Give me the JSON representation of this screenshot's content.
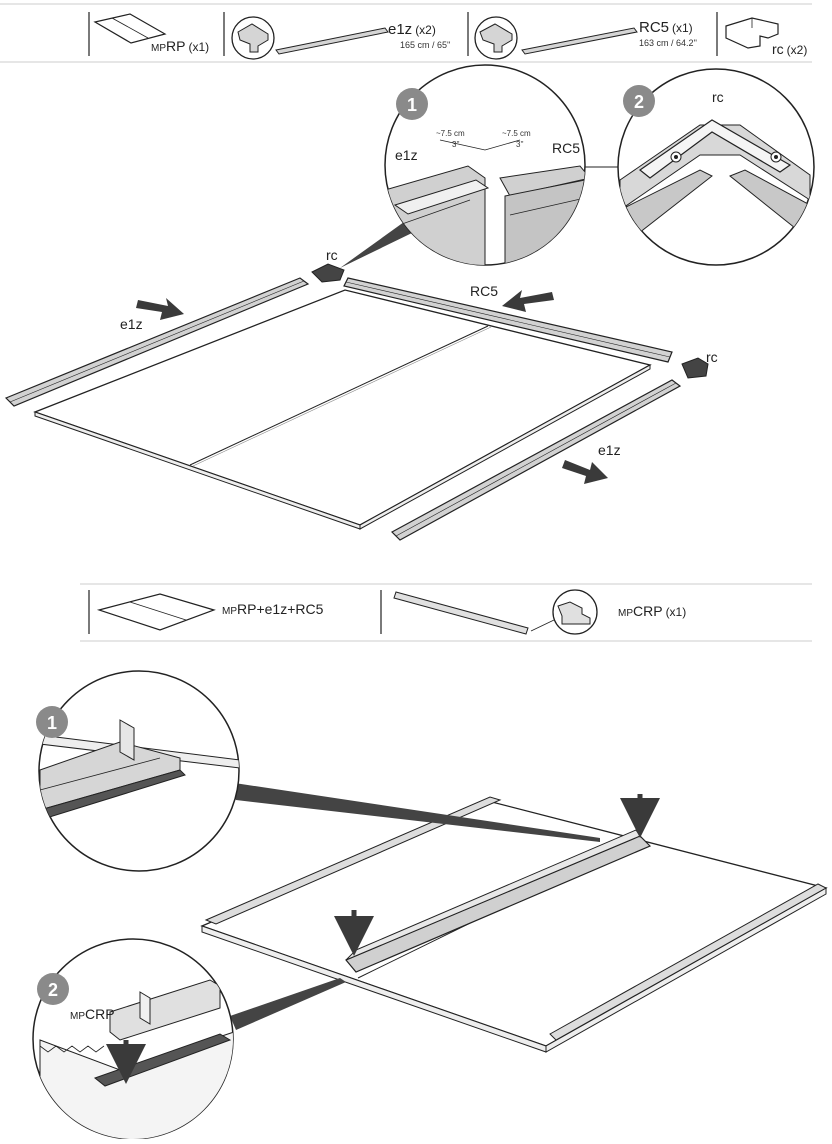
{
  "header_1": {
    "item_mprp": {
      "prefix": "MP",
      "code": "RP",
      "qty": "(x1)"
    },
    "item_e1z": {
      "code": "e1z",
      "qty": "(x2)",
      "size": "165 cm / 65''"
    },
    "item_rc5": {
      "code": "RC5",
      "qty": "(x1)",
      "size": "163 cm / 64.2''"
    },
    "item_rc": {
      "code": "rc",
      "qty": "(x2)"
    }
  },
  "step_1": {
    "detail_1": {
      "number": "1",
      "label_e1z": "e1z",
      "label_rc5": "RC5",
      "dim_left": "~7.5 cm",
      "dim_left_in": "3''",
      "dim_right": "~7.5 cm",
      "dim_right_in": "3''"
    },
    "detail_2": {
      "number": "2",
      "label_rc": "rc"
    },
    "labels": {
      "rc_top": "rc",
      "rc_right": "rc",
      "rc5": "RC5",
      "e1z_left": "e1z",
      "e1z_right": "e1z"
    }
  },
  "header_2": {
    "item_assembly": {
      "prefix": "MP",
      "code": "RP+e1z+RC5"
    },
    "item_mpcrp": {
      "prefix": "MP",
      "code": "CRP",
      "qty": "(x1)"
    }
  },
  "step_2": {
    "detail_1": {
      "number": "1"
    },
    "detail_2": {
      "number": "2",
      "prefix": "MP",
      "code": "CRP"
    }
  },
  "colors": {
    "line": "#222222",
    "profile_gray": "#cfcfcf",
    "badge_gray": "#8a8a8a",
    "arrow_dark": "#3a3a3a",
    "divider": "#bbbbbb"
  }
}
